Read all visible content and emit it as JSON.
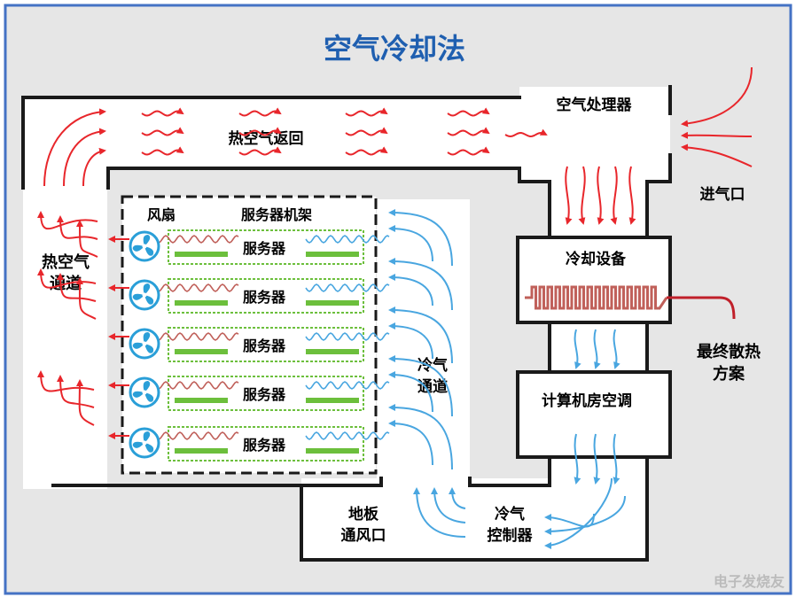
{
  "title": "空气冷却法",
  "labels": {
    "hot_return": "热空气返回",
    "air_handler": "空气处理器",
    "air_inlet": "进气口",
    "fan": "风扇",
    "server_rack": "服务器机架",
    "server": "服务器",
    "hot_aisle_1": "热空气",
    "hot_aisle_2": "通道",
    "cooling_equipment": "冷却设备",
    "final_heat_1": "最终散热",
    "final_heat_2": "方案",
    "cold_aisle_1": "冷气",
    "cold_aisle_2": "通道",
    "crac": "计算机房空调",
    "floor_vent_1": "地板",
    "floor_vent_2": "通风口",
    "cold_ctrl_1": "冷气",
    "cold_ctrl_2": "控制器",
    "watermark": "电子发烧友"
  },
  "colors": {
    "background": "#e6e6e6",
    "frame": "#4472c4",
    "title": "#1f5fb0",
    "hot_arrow": "#e8262b",
    "cold_arrow": "#49a6e0",
    "fan_blue": "#2a9fd8",
    "server_green": "#6cbf3c",
    "duct": "#ffffff",
    "wall": "#1a1a1a"
  },
  "server_count": 5
}
